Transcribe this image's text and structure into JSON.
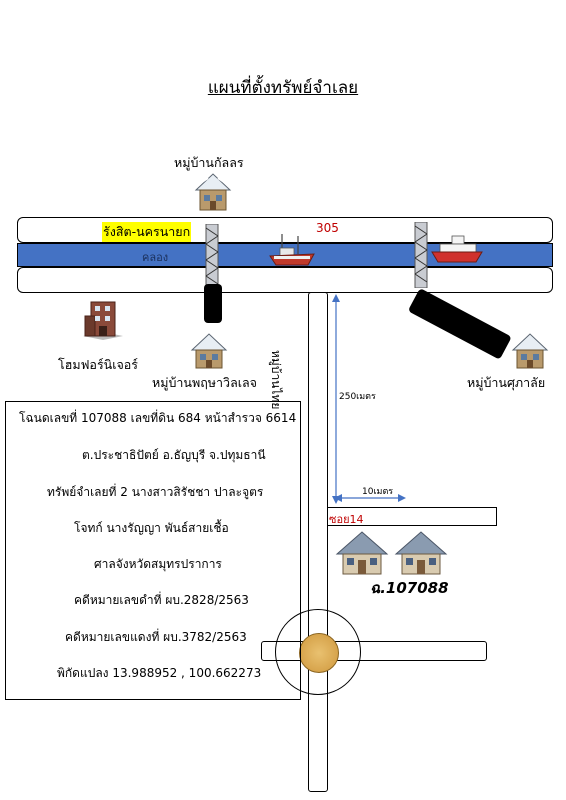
{
  "title": "แผนที่ตั้งทรัพย์จำเลย",
  "roads": {
    "main_road": "รังสิต-นครนายก",
    "route_number": "305",
    "canal": "คลอง",
    "village_road": "หมู่บ้านไทย",
    "soi": "ซอย14"
  },
  "landmarks": {
    "village_top": "หมู่บ้านกัลลร",
    "home_furniture": "โฮมฟอร์นิเจอร์",
    "village_left": "หมู่บ้านพฤษาวิลเลจ",
    "village_right": "หมู่บ้านศุภาลัย"
  },
  "distances": {
    "vertical": "250เมตร",
    "horizontal": "10เมตร"
  },
  "property_label": "ฉ.107088",
  "info": {
    "line1": "โฉนดเลขที่ 107088   เลขที่ดิน 684  หน้าสำรวจ 6614",
    "line2": "ต.ประชาธิปัตย์  อ.ธัญบุรี  จ.ปทุมธานี",
    "line3": "ทรัพย์จำเลยที่ 2 นางสาวสิรัชชา  ปาละจูตร",
    "line4": "โจทก์ นางรัญญา  พันธ์สายเชื้อ",
    "line5": "ศาลจังหวัดสมุทรปราการ",
    "line6": "คดีหมายเลขดำที่ ผบ.2828/2563",
    "line7": "คดีหมายเลขแดงที่ ผบ.3782/2563",
    "line8": "พิกัดแปลง 13.988952 , 100.662273"
  },
  "colors": {
    "canal": "#4472c4",
    "highlight": "#ffff00",
    "route": "#c00000",
    "arrow": "#4472c4"
  }
}
